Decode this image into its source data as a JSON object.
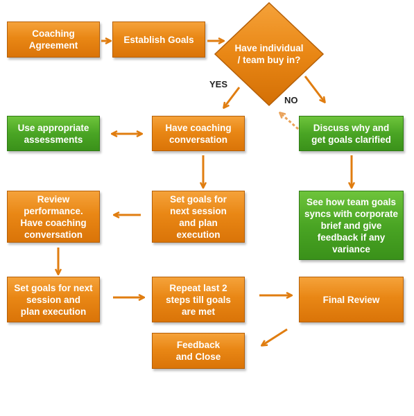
{
  "nodes": {
    "coaching_agreement": "Coaching\nAgreement",
    "establish_goals": "Establish Goals",
    "buy_in_question": "Have individual\n/ team buy in?",
    "use_assessments": "Use appropriate\nassessments",
    "have_coaching_conversation": "Have coaching\nconversation",
    "discuss_why": "Discuss why and\nget goals clarified",
    "set_goals_next_session_1": "Set goals for\nnext session\nand plan execution",
    "review_performance": "Review\nperformance.\nHave coaching\nconversation",
    "see_team_goals": "See how team goals\nsyncs with corporate\nbrief and give\nfeedback if any\nvariance",
    "set_goals_next_session_2": "Set goals for next\nsession and\nplan execution",
    "repeat_steps": "Repeat last 2\nsteps till goals\nare met",
    "final_review": "Final Review",
    "feedback_close": "Feedback\nand Close"
  },
  "labels": {
    "yes": "YES",
    "no": "NO"
  },
  "colors": {
    "orange": "#e98715",
    "green": "#4aa524",
    "arrow": "#e07d10",
    "arrow_dashed": "#e9a25a"
  }
}
